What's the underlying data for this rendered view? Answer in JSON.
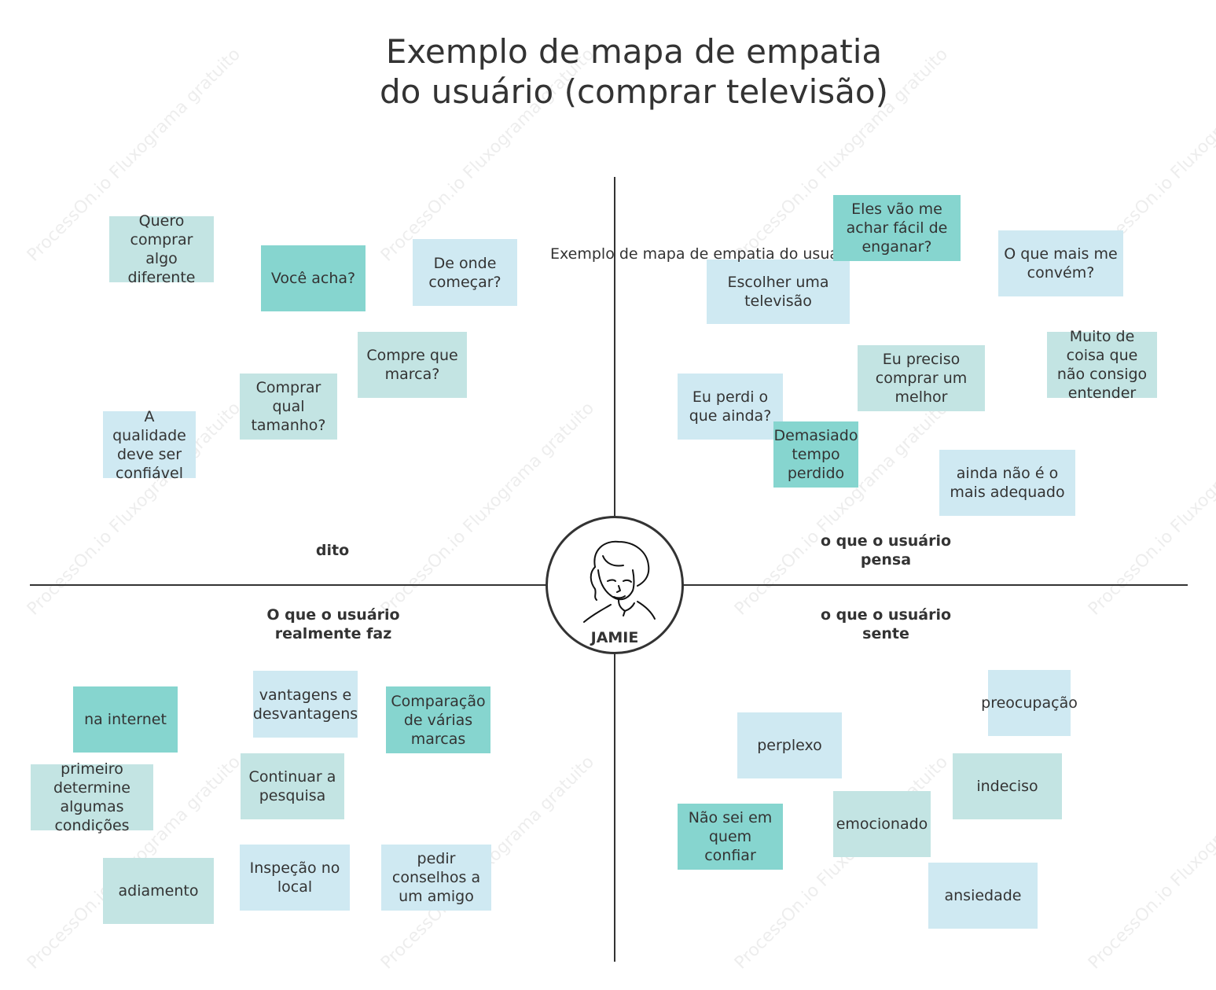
{
  "title": {
    "line1": "Exemplo de mapa de empatia",
    "line2": "do usuário (comprar televisão)"
  },
  "watermark": "ProcessOn.io Fluxograma gratuito",
  "caption": "Exemplo de mapa de empatia do usuário",
  "center": {
    "name": "JAMIE",
    "icon": "person-portrait-icon"
  },
  "quadrants": {
    "said": {
      "label": "dito"
    },
    "thinks": {
      "label": "o que o usuário pensa"
    },
    "does": {
      "label": "O que o usuário realmente faz"
    },
    "feels": {
      "label": "o que o usuário sente"
    }
  },
  "notes": {
    "said": [
      "Quero comprar algo diferente",
      "Você acha?",
      "De onde começar?",
      "Compre que marca?",
      "Comprar qual tamanho?",
      "A qualidade deve ser confiável"
    ],
    "thinks": [
      "Eles vão me achar fácil de enganar?",
      "O que mais me convém?",
      "Escolher uma televisão",
      "Muito de coisa que não consigo entender",
      "Eu preciso comprar um melhor",
      "Eu perdi o que ainda?",
      "Demasiado tempo perdido",
      "ainda não é o mais adequado"
    ],
    "does": [
      "vantagens e desvantagens",
      "na internet",
      "Comparação de várias marcas",
      "primeiro determine algumas condições",
      "Continuar a pesquisa",
      "adiamento",
      "Inspeção no local",
      "pedir conselhos a um amigo"
    ],
    "feels": [
      "preocupação",
      "perplexo",
      "indeciso",
      "Não sei em quem confiar",
      "emocionado",
      "ansiedade"
    ]
  },
  "colors": {
    "note_green_light": "#c3e4e3",
    "note_teal": "#86d5cf",
    "note_blue_light": "#cfe9f2",
    "lines": "#333333"
  }
}
